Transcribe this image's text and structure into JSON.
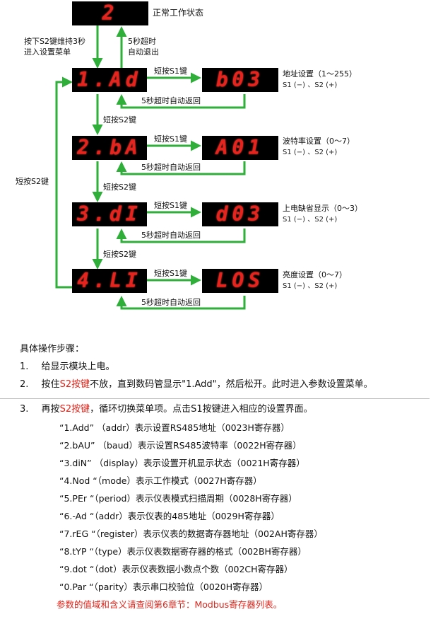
{
  "diagram": {
    "top_display": "2",
    "top_label": "正常工作状态",
    "enter_label_1": "按下S2键维持3秒",
    "enter_label_2": "进入设置菜单",
    "timeout_label_1": "5秒超时",
    "timeout_label_2": "自动退出",
    "left_loop_label": "短按S2键",
    "rows": [
      {
        "menu": "1.Ad",
        "value": "b03",
        "s1": "短按S1键",
        "back": "5秒超时自动返回",
        "desc": "地址设置（1～255）",
        "sub": "S1 (−) 、S2 (+)"
      },
      {
        "menu": "2.bA",
        "value": "A01",
        "s1": "短按S1键",
        "back": "5秒超时自动返回",
        "desc": "波特率设置（0～7）",
        "sub": "S1 (−) 、S2 (+)"
      },
      {
        "menu": "3.dI",
        "value": "d03",
        "s1": "短按S1键",
        "back": "5秒超时自动返回",
        "desc": "上电缺省显示（0～3）",
        "sub": "S1 (−) 、S2 (+)"
      },
      {
        "menu": "4.LI",
        "value": "LOS",
        "s1": "短按S1键",
        "back": "5秒超时自动返回",
        "desc": "亮度设置（0～7）",
        "sub": "S1 (−) 、S2 (+)"
      }
    ],
    "down_labels": [
      "短按S2键",
      "短按S2键",
      "短按S2键"
    ]
  },
  "steps": {
    "heading": "具体操作步骤：",
    "s1_num": "1.",
    "s1_text": "给显示模块上电。",
    "s2_num": "2.",
    "s2_pre": "按住",
    "s2_key": "S2按键",
    "s2_post": "不放，直到数码管显示\"1.Add\"，然后松开。此时进入参数设置菜单。",
    "s3_num": "3.",
    "s3_pre": "再按",
    "s3_key": "S2按键",
    "s3_post": "，循环切换菜单项。点击S1按键进入相应的设置界面。"
  },
  "menu_items": [
    "“1.Add” （addr）表示设置RS485地址（0023H寄存器）",
    "“2.bAU” （baud）表示设置RS485波特率（0022H寄存器）",
    "“3.diN”  （display）表示设置开机显示状态（0021H寄存器）",
    "“4.Nod “（mode）表示工作模式（0027H寄存器）",
    "“5.PEr “（period）表示仪表模式扫描周期（0028H寄存器）",
    "“6.-Ad “（addr）表示仪表的485地址（0029H寄存器）",
    "“7.rEG “（register）表示仪表的数据寄存器地址（002AH寄存器）",
    "“8.tYP “（type）表示仪表数据寄存器的格式（002BH寄存器）",
    "“9.dot “（dot）表示仪表数据小数点个数（002CH寄存器）",
    "“0.Par “（parity）表示串口校验位（0020H寄存器）"
  ],
  "footer_note": "参数的值域和含义请查阅第6章节：Modbus寄存器列表。",
  "colors": {
    "arrow": "#2fae3a",
    "led": "#e6231d",
    "accent": "#e1251b"
  }
}
